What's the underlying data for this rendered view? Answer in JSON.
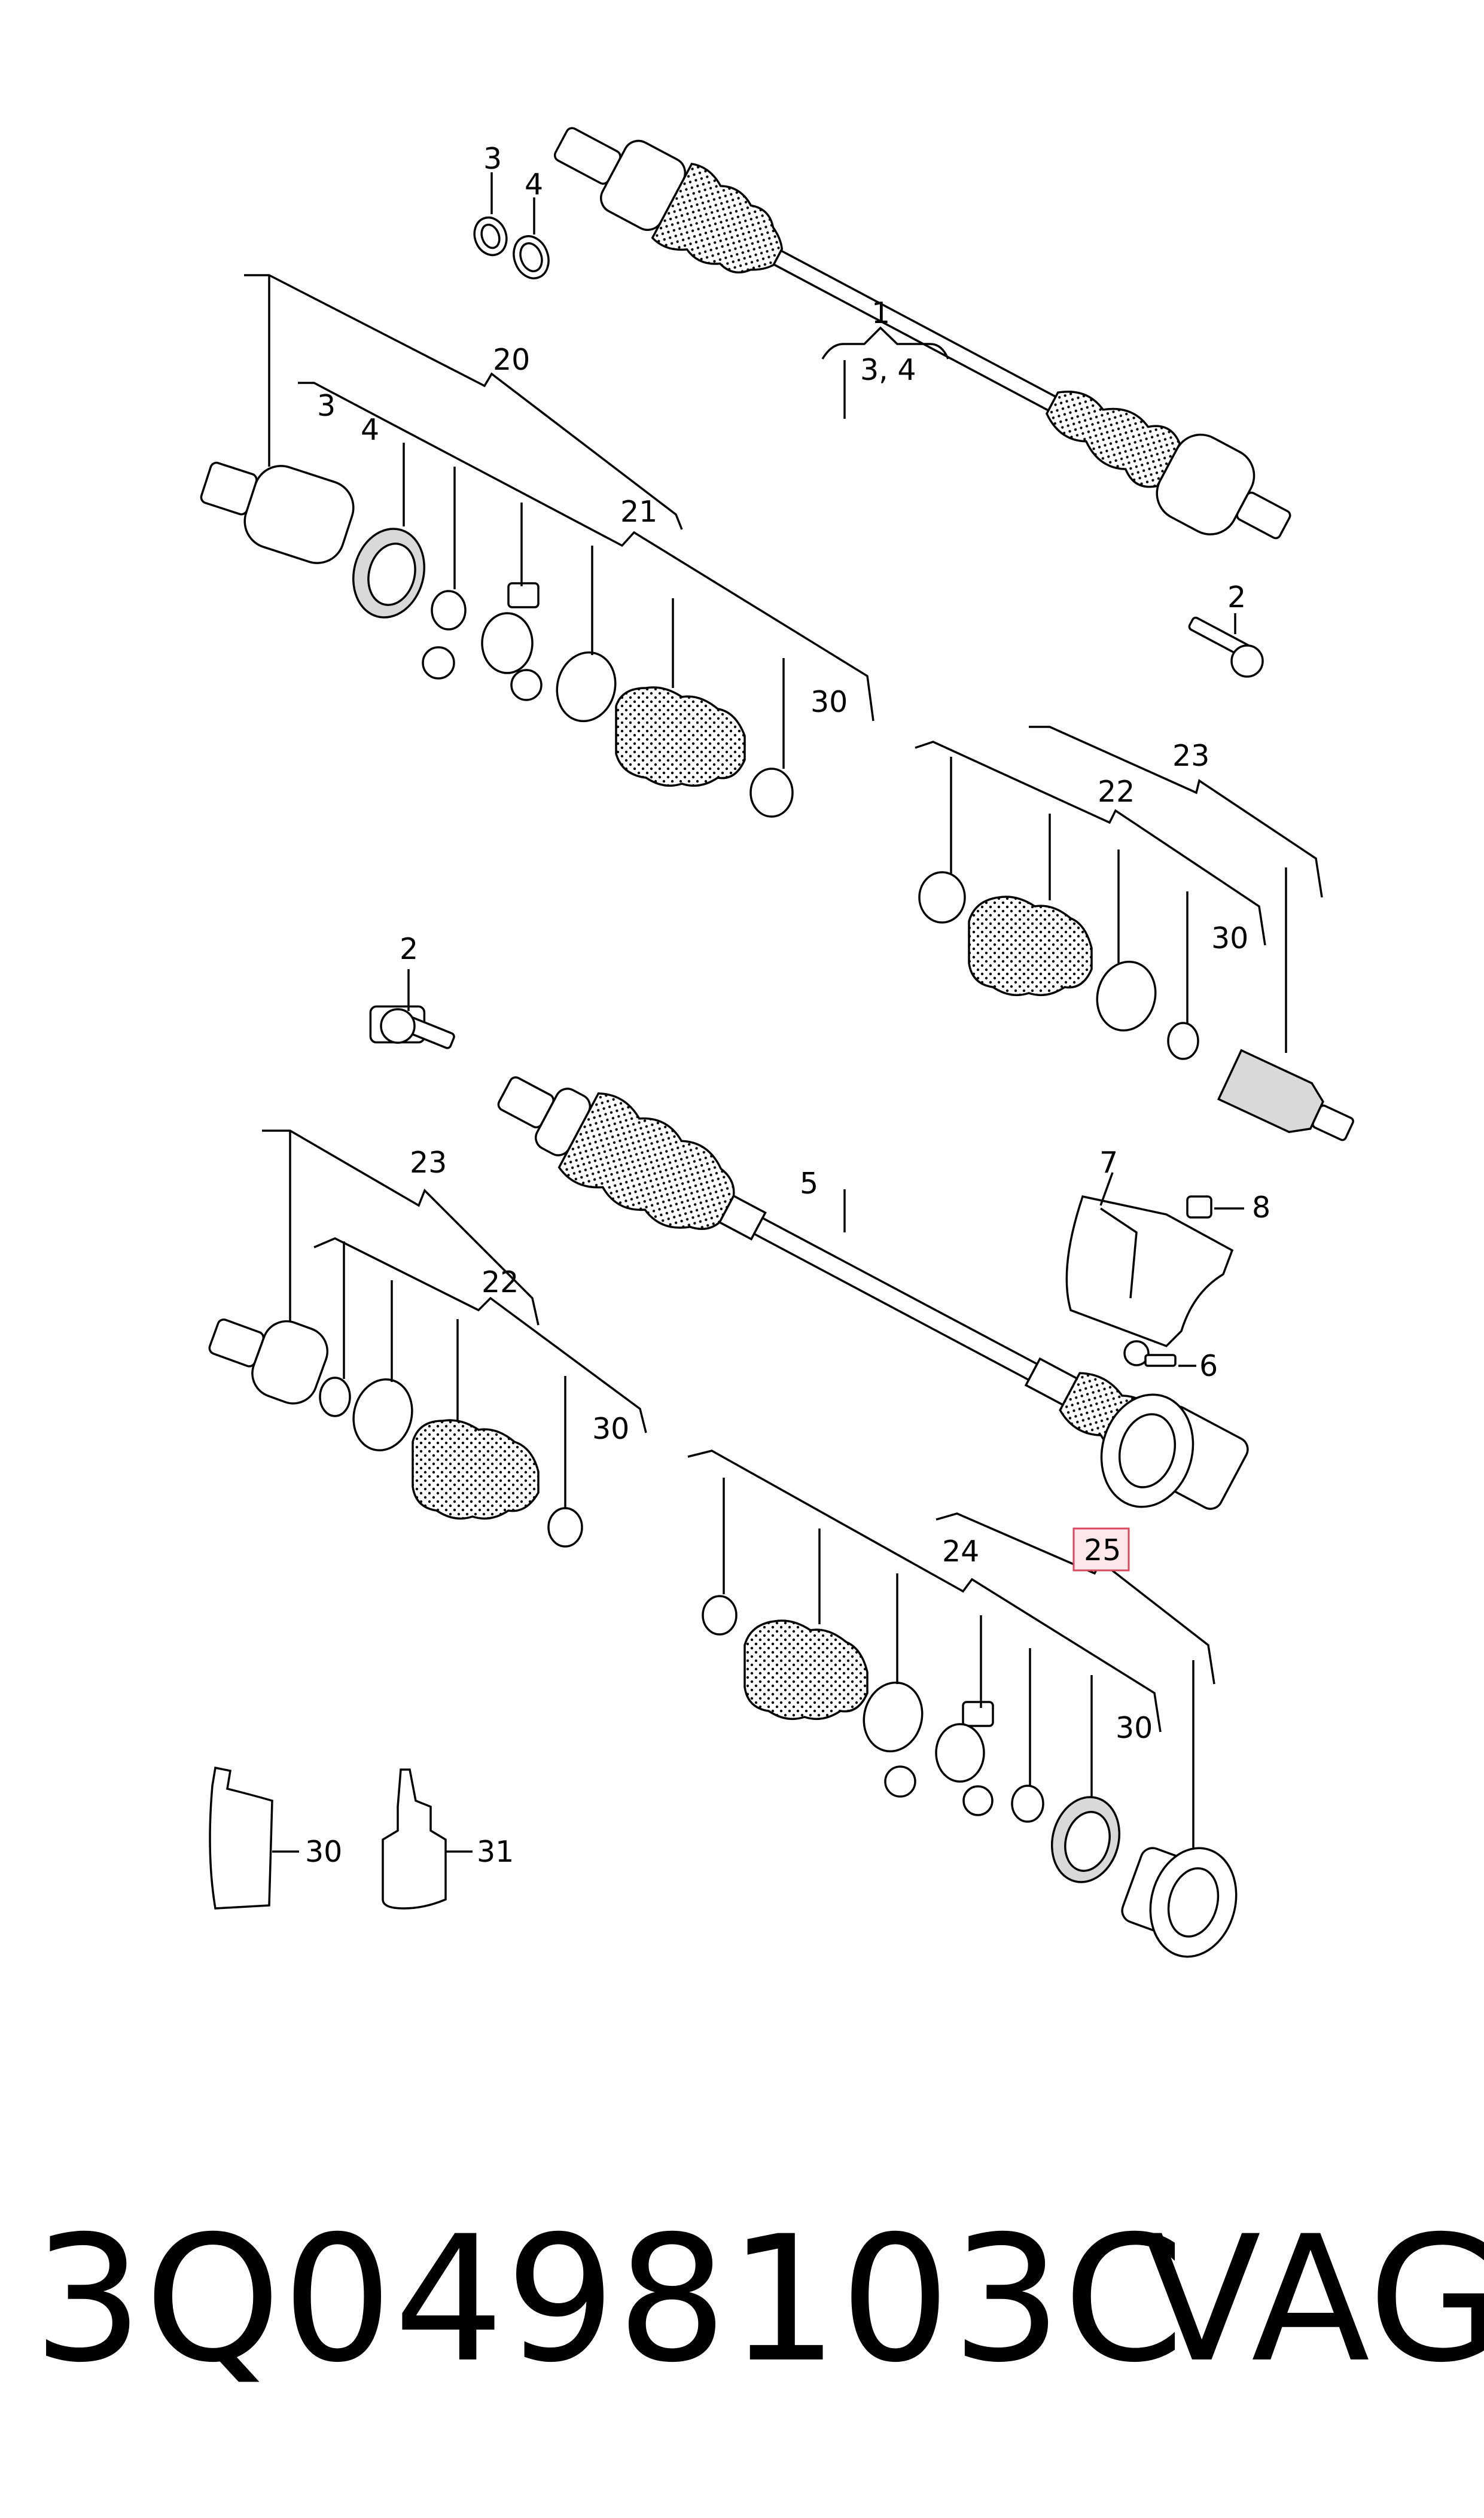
{
  "labels": {
    "l1": "1",
    "l34": "3, 4",
    "l3a": "3",
    "l4a": "4",
    "l2a": "2",
    "l20": "20",
    "l3b": "3",
    "l4b": "4",
    "l21": "21",
    "l30a": "30",
    "l23a": "23",
    "l22a": "22",
    "l30b": "30",
    "l2b": "2",
    "l5": "5",
    "l7": "7",
    "l8": "8",
    "l6": "6",
    "l23b": "23",
    "l22b": "22",
    "l30c": "30",
    "l24": "24",
    "l25": "25",
    "l30d": "30",
    "l30e": "30",
    "l31": "31"
  },
  "highlighted_label": "25",
  "footer": {
    "part_number": "3Q0498103C",
    "brand": "VAG"
  },
  "colors": {
    "line": "#000000",
    "highlight_border": "#d9485f",
    "highlight_fill": "#fde7ea"
  }
}
